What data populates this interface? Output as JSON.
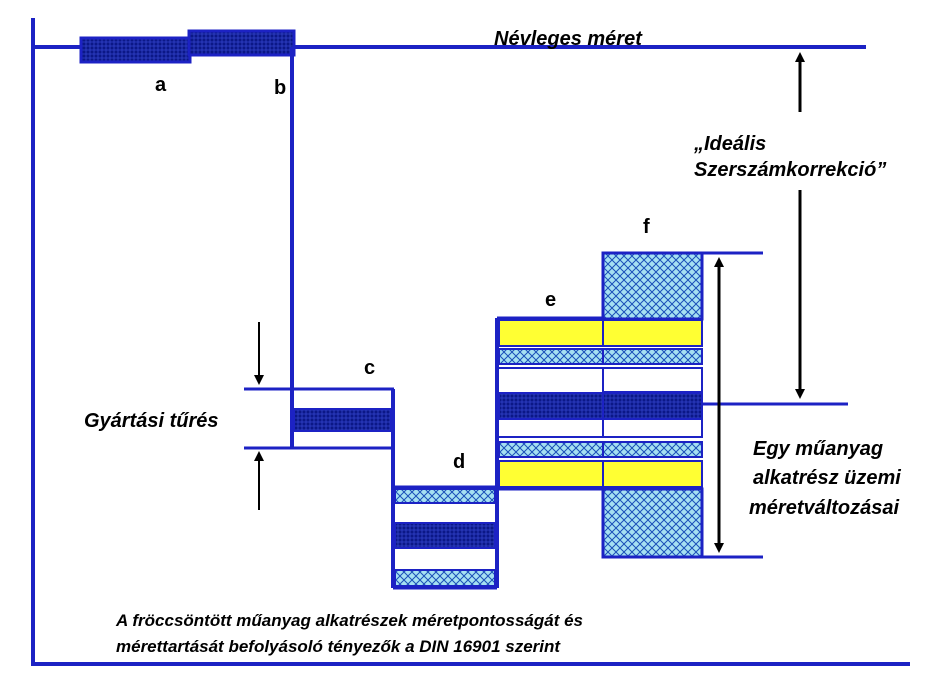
{
  "nominal_label": "Névleges méret",
  "ideal_label_line1": "„Ideális",
  "ideal_label_line2": "Szerszámkorrekció”",
  "tolerance_label": "Gyártási tűrés",
  "variation_label_line1": "Egy műanyag",
  "variation_label_line2": "alkatrész üzemi",
  "variation_label_line3": "méretváltozásai",
  "caption_line1": "A fröccsöntött műanyag alkatrészek méretpontosságát és",
  "caption_line2": "mérettartását befolyásoló tényezők a DIN 16901 szerint",
  "step_labels": {
    "a": "a",
    "b": "b",
    "c": "c",
    "d": "d",
    "e": "e",
    "f": "f"
  },
  "colors": {
    "line": "#1c22c4",
    "dark_fill": "#0b1787",
    "cyan_fill": "#a5e0f2",
    "yellow_fill": "#ffff33",
    "text": "#000000"
  }
}
